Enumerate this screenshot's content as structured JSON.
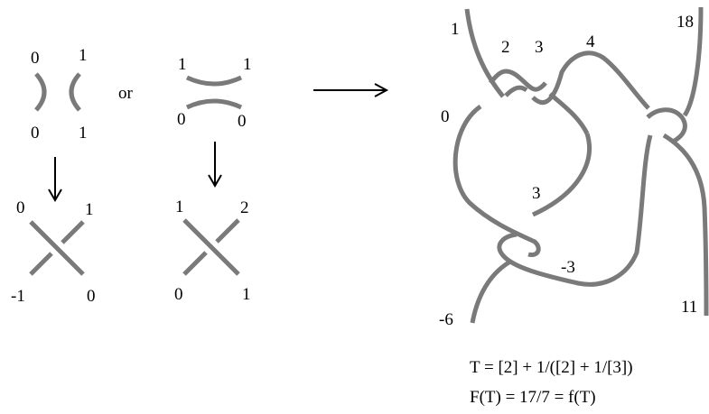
{
  "left_panel": {
    "connector": "or",
    "tangle_a": {
      "top": [
        "0",
        "1"
      ],
      "bottom": [
        "0",
        "1"
      ],
      "result_labels": {
        "tl": "0",
        "tr": "1",
        "bl": "-1",
        "br": "0"
      }
    },
    "tangle_b": {
      "top": [
        "1",
        "1"
      ],
      "bottom": [
        "0",
        "0"
      ],
      "result_labels": {
        "tl": "1",
        "tr": "2",
        "bl": "0",
        "br": "1"
      }
    }
  },
  "knot_labels": {
    "l1": "1",
    "l2": "2",
    "l3": "3",
    "l4": "4",
    "l18": "18",
    "l0": "0",
    "l3b": "3",
    "lm3": "-3",
    "lm6": "-6",
    "l11": "11"
  },
  "formulas": {
    "line1": "T = [2] + 1/([2] + 1/[3])",
    "line2": "F(T) = 17/7 = f(T)"
  },
  "colors": {
    "strand": "#7a7a7a",
    "text": "#000000",
    "background": "#ffffff"
  }
}
